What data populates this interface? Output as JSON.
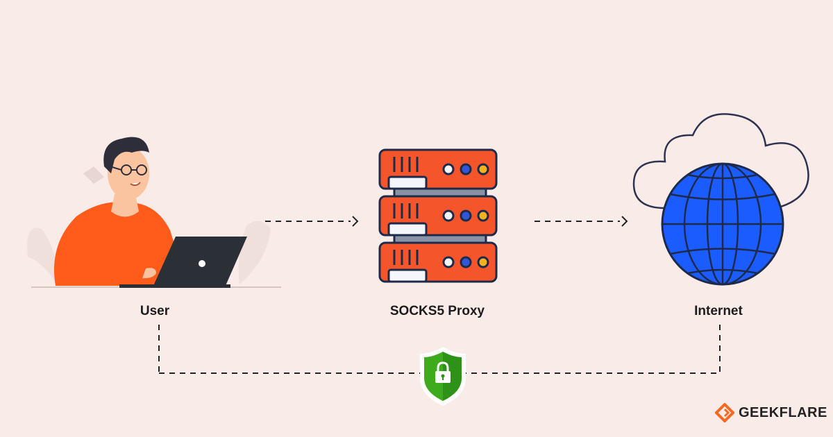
{
  "nodes": {
    "user": {
      "label": "User"
    },
    "proxy": {
      "label": "SOCKS5 Proxy"
    },
    "internet": {
      "label": "Internet"
    }
  },
  "brand": {
    "name": "GEEKFLARE"
  },
  "colors": {
    "background": "#f9ebe8",
    "shirt": "#ff5c1b",
    "server": "#f4552a",
    "globe": "#1a5cff",
    "shield": "#3eab1f",
    "brand": "#f26b21"
  },
  "icons": [
    "user-icon",
    "laptop-icon",
    "server-icon",
    "globe-icon",
    "cloud-icon",
    "shield-lock-icon",
    "geekflare-logo-icon"
  ]
}
